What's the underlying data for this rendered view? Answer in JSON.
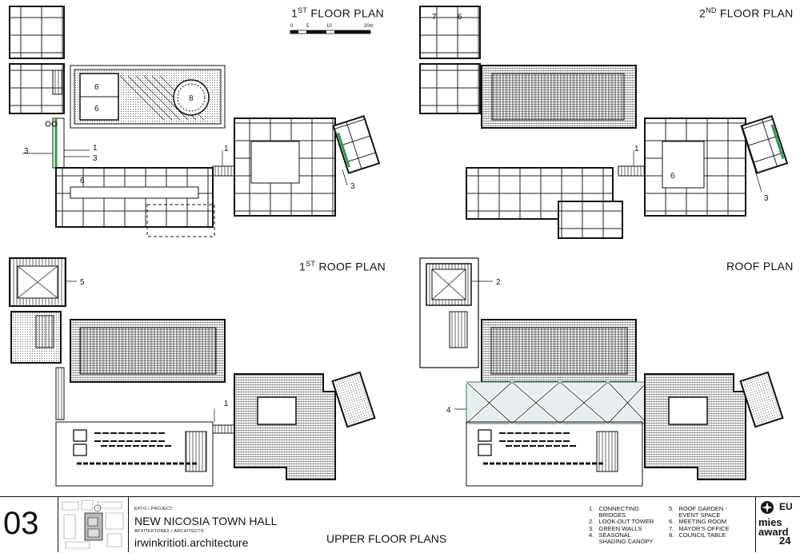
{
  "plans": {
    "first_floor": {
      "title_pre": "1",
      "title_sup": "ST",
      "title_post": " FLOOR PLAN"
    },
    "second_floor": {
      "title_pre": "2",
      "title_sup": "ND",
      "title_post": " FLOOR PLAN"
    },
    "first_roof": {
      "title_pre": "1",
      "title_sup": "ST",
      "title_post": " ROOF PLAN"
    },
    "roof": {
      "title": "ROOF PLAN"
    }
  },
  "scale_bar": {
    "labels": [
      "0",
      "5",
      "10",
      "20m"
    ]
  },
  "callouts": {
    "one": "1",
    "two": "2",
    "three": "3",
    "four": "4",
    "five": "5",
    "six": "6",
    "seven": "7",
    "eight": "8"
  },
  "title_block": {
    "sheet_number": "03",
    "project_label": "ΕΡΓΟ / PROJECT:",
    "project_name": "NEW NICOSIA TOWN HALL",
    "architects_label": "ΑΡΧΙΤΕΚΤΟΝΕΣ / ARCHITECTS:",
    "architects": "irwinkritioti.architecture",
    "sheet_title": "UPPER FLOOR PLANS",
    "legend_left": [
      "1.   CONNECTING",
      "      BRIDGES",
      "2.   LOOK-OUT TOWER",
      "3.   GREEN WALLS",
      "4.   SEASONAL",
      "      SHADING CANOPY"
    ],
    "legend_right": [
      "5.   ROOF GARDEN -",
      "      EVENT SPACE",
      "6.   MEETING ROOM",
      "7.   MAYOR'S OFFICE",
      "8.   COUNCIL TABLE"
    ],
    "badge": {
      "eu": "EU",
      "mies": "mies",
      "award": "award",
      "year": "24"
    }
  },
  "colors": {
    "line": "#111111",
    "green_wall": "#2e9a4a",
    "canopy": "#3d6e7a",
    "roof_hatch": "#555555"
  }
}
